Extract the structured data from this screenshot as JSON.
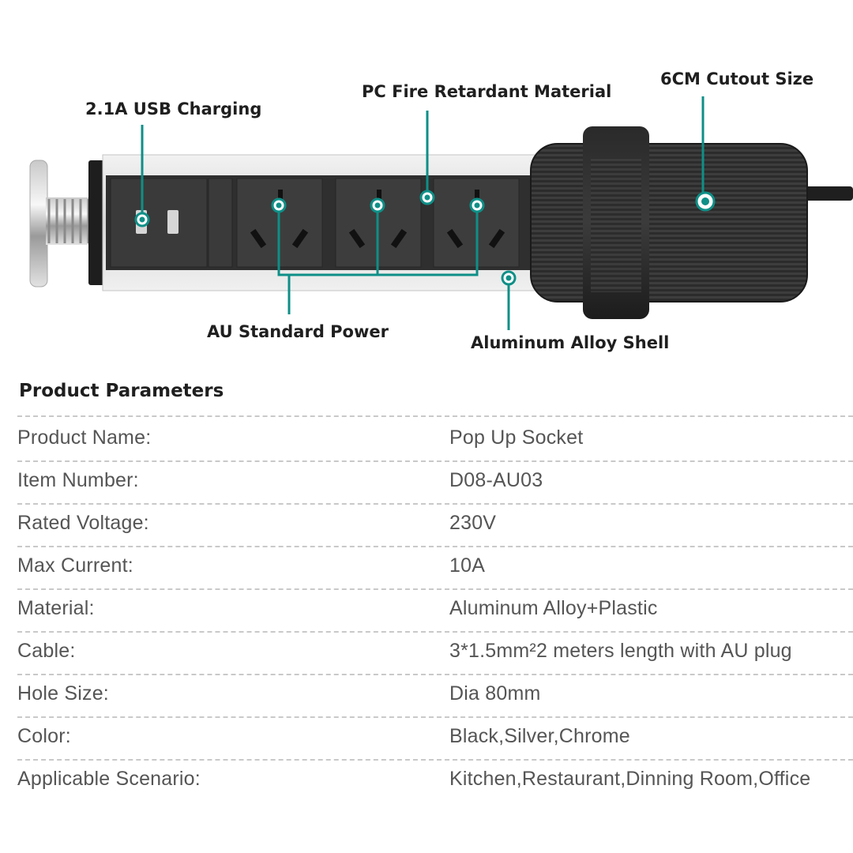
{
  "callouts": {
    "usb": "2.1A USB Charging",
    "pc_material": "PC Fire Retardant Material",
    "cutout": "6CM Cutout Size",
    "au_power": "AU Standard Power",
    "shell": "Aluminum Alloy Shell"
  },
  "colors": {
    "accent": "#0e8f87",
    "socket_body": "#3a3a3a",
    "shell": "#e6e6e6",
    "text": "#222222"
  },
  "params": {
    "title": "Product Parameters",
    "rows": [
      {
        "label": "Product Name:",
        "value": "Pop Up Socket"
      },
      {
        "label": "Item Number:",
        "value": "D08-AU03"
      },
      {
        "label": "Rated Voltage:",
        "value": "230V"
      },
      {
        "label": "Max Current:",
        "value": "10A"
      },
      {
        "label": "Material:",
        "value": "Aluminum Alloy+Plastic"
      },
      {
        "label": "Cable:",
        "value": "3*1.5mm²2 meters length with AU plug"
      },
      {
        "label": "Hole Size:",
        "value": "Dia 80mm"
      },
      {
        "label": "Color:",
        "value": "Black,Silver,Chrome"
      },
      {
        "label": "Applicable Scenario:",
        "value": "Kitchen,Restaurant,Dinning Room,Office"
      }
    ]
  }
}
